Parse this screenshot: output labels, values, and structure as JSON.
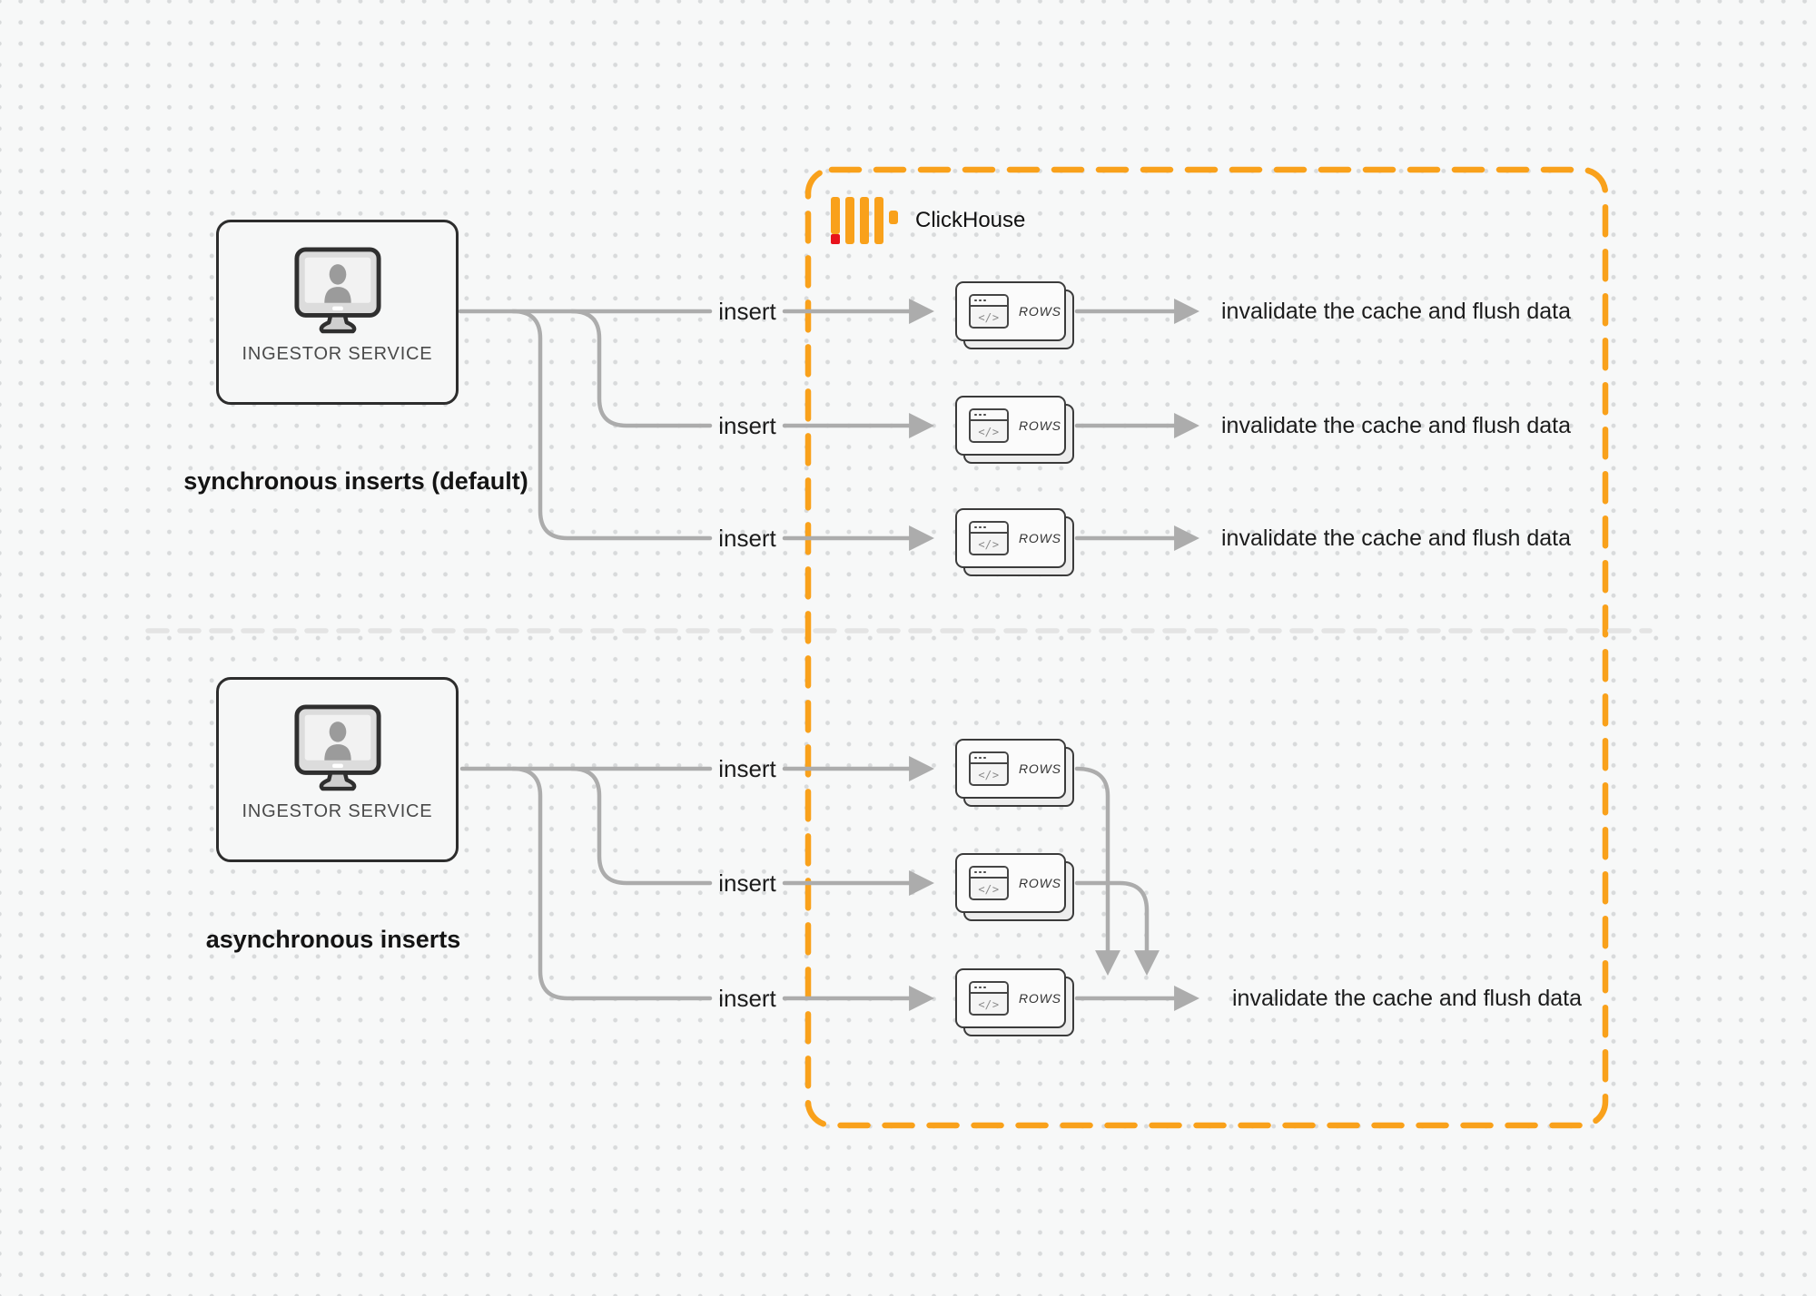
{
  "clickhouse": {
    "label": "ClickHouse"
  },
  "icons": {
    "code_glyph": "</>"
  },
  "sync": {
    "caption": "synchronous inserts (default)",
    "service": {
      "label": "INGESTOR SERVICE"
    },
    "rows": [
      {
        "insert": "insert",
        "card": "ROWS",
        "result": "invalidate the cache and flush data"
      },
      {
        "insert": "insert",
        "card": "ROWS",
        "result": "invalidate the cache and flush data"
      },
      {
        "insert": "insert",
        "card": "ROWS",
        "result": "invalidate the cache and flush data"
      }
    ]
  },
  "async": {
    "caption": "asynchronous inserts",
    "service": {
      "label": "INGESTOR SERVICE"
    },
    "rows": [
      {
        "insert": "insert",
        "card": "ROWS"
      },
      {
        "insert": "insert",
        "card": "ROWS"
      },
      {
        "insert": "insert",
        "card": "ROWS",
        "result": "invalidate the cache and flush data"
      }
    ]
  },
  "colors": {
    "accent_orange": "#F9A11B",
    "accent_red": "#E8131B",
    "connector_gray": "#ACACAC",
    "divider_gray": "#E4E4E4"
  }
}
